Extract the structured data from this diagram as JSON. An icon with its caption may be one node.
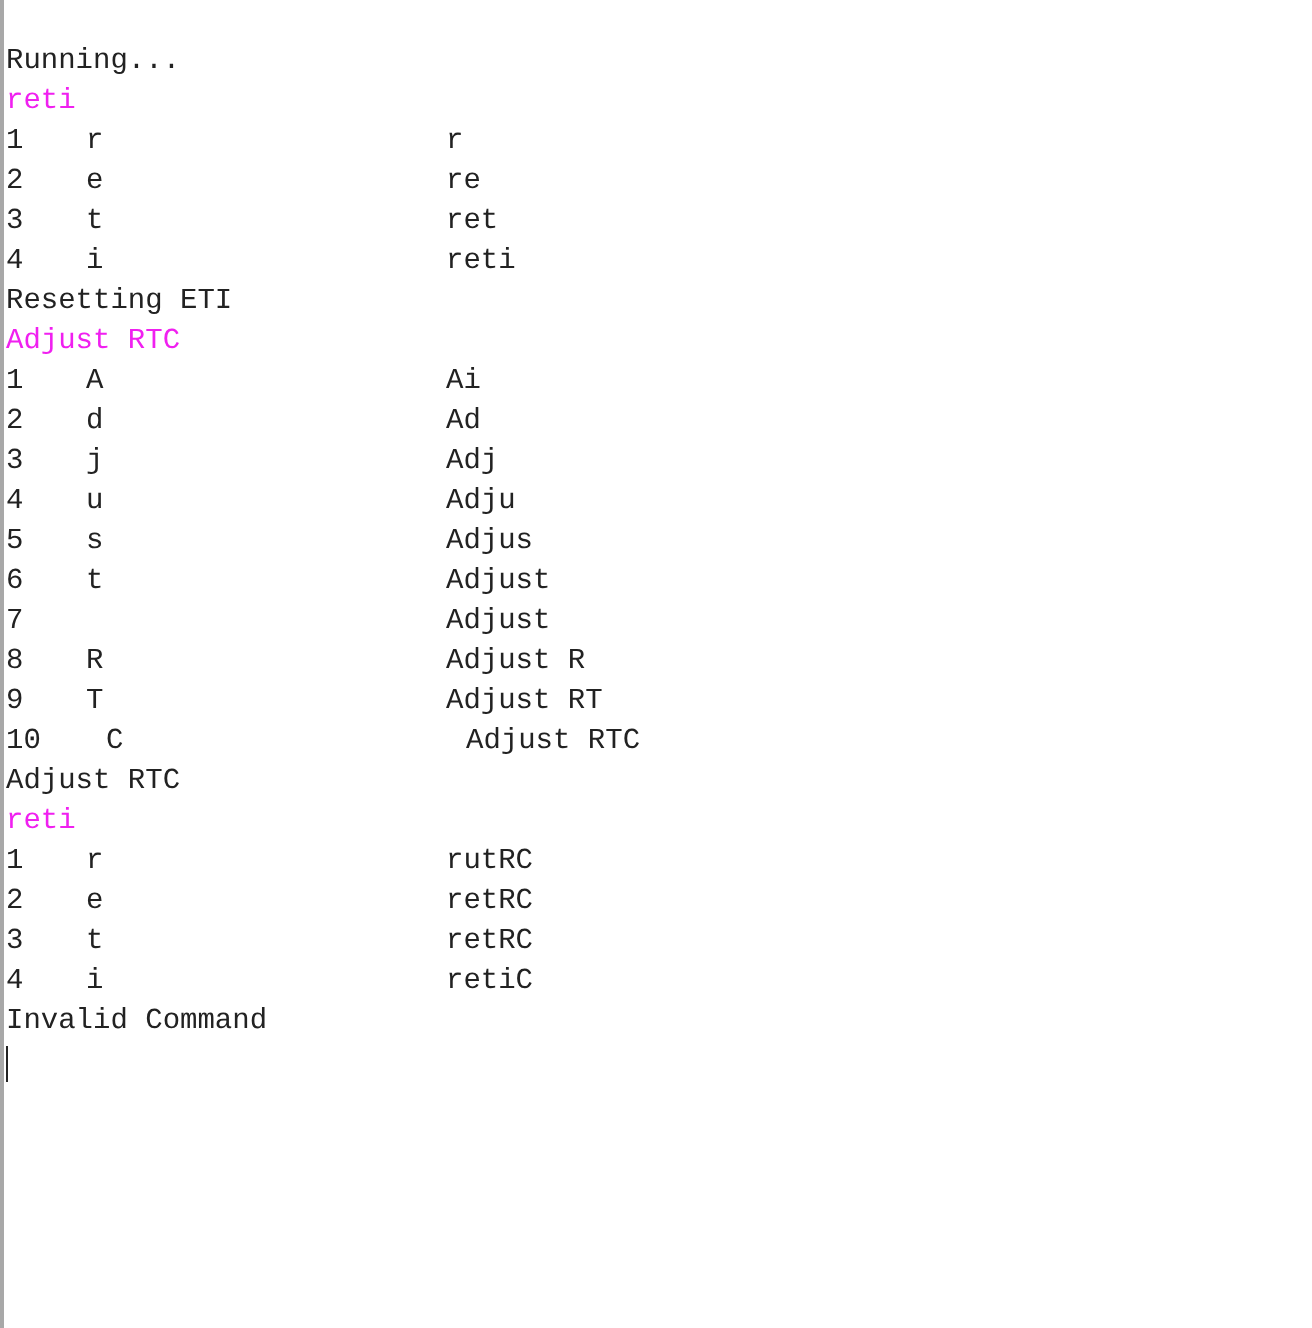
{
  "diagram": {
    "labels": [
      "Running...",
      "reti",
      "1",
      "r",
      "r",
      "2",
      "e",
      "re",
      "3",
      "t",
      "ret",
      "4",
      "i",
      "reti",
      "Resetting ETI",
      "Adjust RTC",
      "1",
      "A",
      "Ai",
      "2",
      "d",
      "Ad",
      "3",
      "j",
      "Adj",
      "4",
      "u",
      "Adju",
      "5",
      "s",
      "Adjus",
      "6",
      "t",
      "Adjust",
      "7",
      "Adjust",
      "8",
      "R",
      "Adjust R",
      "9",
      "T",
      "Adjust RT",
      "10",
      "C",
      "Adjust RTC",
      "Adjust RTC",
      "reti",
      "1",
      "r",
      "rutRC",
      "2",
      "e",
      "retRC",
      "3",
      "t",
      "retRC",
      "4",
      "i",
      "retiC",
      "Invalid Command"
    ]
  }
}
